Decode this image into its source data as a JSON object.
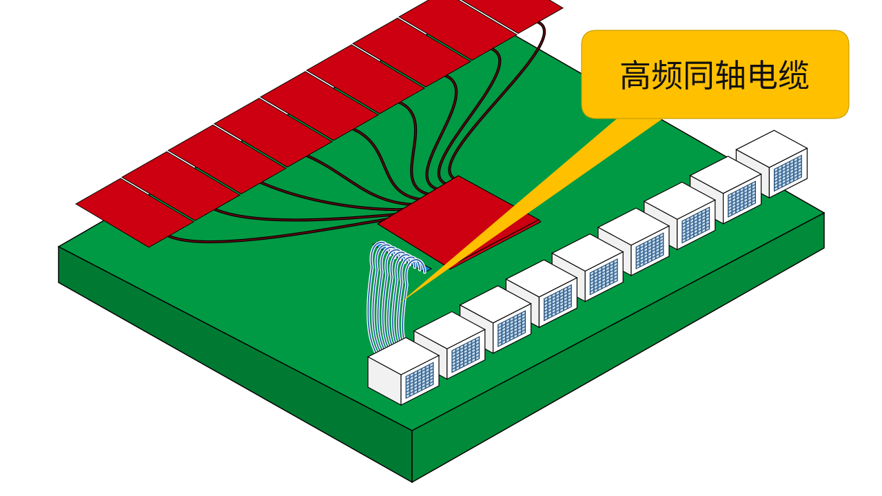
{
  "callout": {
    "label": "高频同轴电缆",
    "fill_color": "#ffc000",
    "border_color": "#c8a000"
  },
  "colors": {
    "board_top": "#009a44",
    "board_side": "#007a33",
    "outline": "#000000",
    "pad": "#cc0010",
    "trace": "#5a0a10",
    "cable_core": "#2a5ab0",
    "cable_outline": "#ffffff",
    "connector": "#0f82c6",
    "module_body": "#ffffff",
    "module_side": "#f1f1f1",
    "module_grid": "#3b6a96",
    "module_cell": "#cfe0f0"
  },
  "counts": {
    "contact_pads": 9,
    "cables": 8,
    "modules": 9
  }
}
